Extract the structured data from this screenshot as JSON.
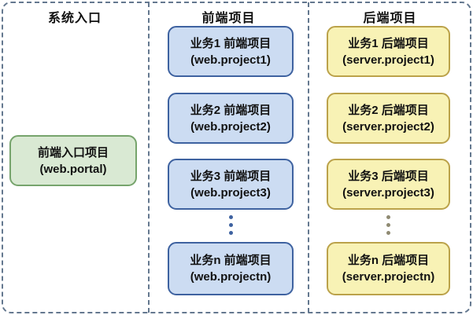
{
  "diagram": {
    "title": "multi-project frontend/backend architecture",
    "columns": [
      {
        "id": "entry",
        "header": "系统入口",
        "boxes": [
          {
            "line1": "前端入口项目",
            "line2": "(web.portal)"
          }
        ]
      },
      {
        "id": "frontend",
        "header": "前端项目",
        "boxes": [
          {
            "line1": "业务1 前端项目",
            "line2": "(web.project1)"
          },
          {
            "line1": "业务2 前端项目",
            "line2": "(web.project2)"
          },
          {
            "line1": "业务3 前端项目",
            "line2": "(web.project3)"
          },
          {
            "line1": "业务n 前端项目",
            "line2": "(web.projectn)"
          }
        ],
        "has_vertical_ellipsis": true
      },
      {
        "id": "backend",
        "header": "后端项目",
        "boxes": [
          {
            "line1": "业务1 后端项目",
            "line2": "(server.project1)"
          },
          {
            "line1": "业务2 后端项目",
            "line2": "(server.project2)"
          },
          {
            "line1": "业务3 后端项目",
            "line2": "(server.project3)"
          },
          {
            "line1": "业务n 后端项目",
            "line2": "(server.projectn)"
          }
        ],
        "has_vertical_ellipsis": true
      }
    ],
    "colors": {
      "entry_fill": "#d9e9d3",
      "entry_border": "#76a46c",
      "frontend_fill": "#ccdcf2",
      "frontend_border": "#3e62a0",
      "backend_fill": "#f8f2b5",
      "backend_border": "#bba24a",
      "dashed_frame": "#64788f",
      "frontend_ellipsis_dots": "#3e62a0",
      "backend_ellipsis_dots": "#8f8a72",
      "text": "#111111"
    }
  }
}
